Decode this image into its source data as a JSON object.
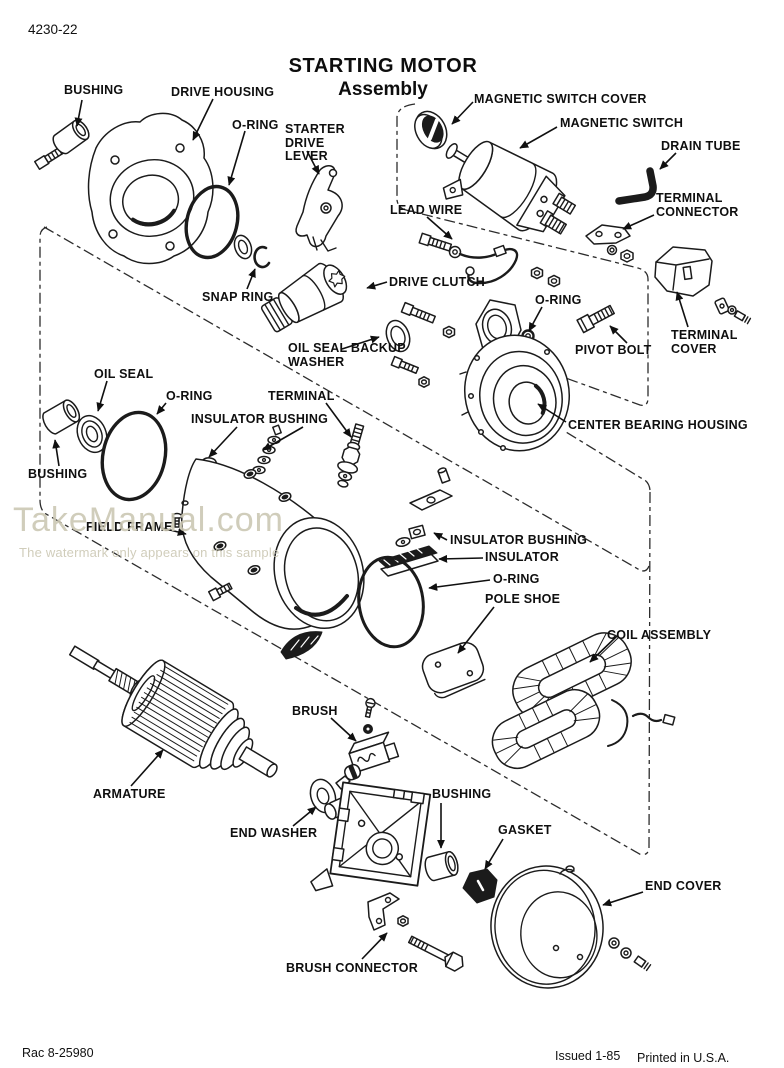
{
  "page": {
    "page_number": "4230-22",
    "title_line1": "STARTING MOTOR",
    "title_line2": "Assembly",
    "footer_left": "Rac 8-25980",
    "footer_issued": "Issued 1-85",
    "footer_printed": "Printed in U.S.A."
  },
  "watermark": {
    "line1": "TakeManual.com",
    "line2": "The watermark only appears on this sample",
    "color": "#ccc8b4"
  },
  "diagram": {
    "ink_color": "#1b1b1b",
    "subject": "Starting motor exploded parts view",
    "callouts": [
      {
        "id": "bushing-top",
        "text": "BUSHING"
      },
      {
        "id": "drive-housing",
        "text": "DRIVE HOUSING"
      },
      {
        "id": "o-ring-top",
        "text": "O-RING"
      },
      {
        "id": "starter-drive-lever",
        "text": "STARTER DRIVE LEVER"
      },
      {
        "id": "magnetic-switch-cover",
        "text": "MAGNETIC SWITCH COVER"
      },
      {
        "id": "magnetic-switch",
        "text": "MAGNETIC SWITCH"
      },
      {
        "id": "drain-tube",
        "text": "DRAIN TUBE"
      },
      {
        "id": "lead-wire",
        "text": "LEAD WIRE"
      },
      {
        "id": "terminal-connector",
        "text": "TERMINAL CONNECTOR"
      },
      {
        "id": "snap-ring",
        "text": "SNAP RING"
      },
      {
        "id": "drive-clutch",
        "text": "DRIVE CLUTCH"
      },
      {
        "id": "o-ring-mid",
        "text": "O-RING"
      },
      {
        "id": "oil-seal-backup-washer",
        "text": "OIL SEAL BACKUP WASHER"
      },
      {
        "id": "pivot-bolt",
        "text": "PIVOT BOLT"
      },
      {
        "id": "terminal-cover",
        "text": "TERMINAL COVER"
      },
      {
        "id": "oil-seal",
        "text": "OIL SEAL"
      },
      {
        "id": "o-ring-left",
        "text": "O-RING"
      },
      {
        "id": "terminal",
        "text": "TERMINAL"
      },
      {
        "id": "insulator-bushing-upper",
        "text": "INSULATOR BUSHING"
      },
      {
        "id": "center-bearing-housing",
        "text": "CENTER BEARING HOUSING"
      },
      {
        "id": "bushing-left",
        "text": "BUSHING"
      },
      {
        "id": "field-frame",
        "text": "FIELD FRAME"
      },
      {
        "id": "insulator-bushing-lower",
        "text": "INSULATOR BUSHING"
      },
      {
        "id": "insulator",
        "text": "INSULATOR"
      },
      {
        "id": "o-ring-lower",
        "text": "O-RING"
      },
      {
        "id": "pole-shoe",
        "text": "POLE SHOE"
      },
      {
        "id": "coil-assembly",
        "text": "COIL ASSEMBLY"
      },
      {
        "id": "brush",
        "text": "BRUSH"
      },
      {
        "id": "armature",
        "text": "ARMATURE"
      },
      {
        "id": "end-washer",
        "text": "END WASHER"
      },
      {
        "id": "bushing-bottom",
        "text": "BUSHING"
      },
      {
        "id": "gasket",
        "text": "GASKET"
      },
      {
        "id": "end-cover",
        "text": "END COVER"
      },
      {
        "id": "brush-connector",
        "text": "BRUSH CONNECTOR"
      }
    ]
  }
}
